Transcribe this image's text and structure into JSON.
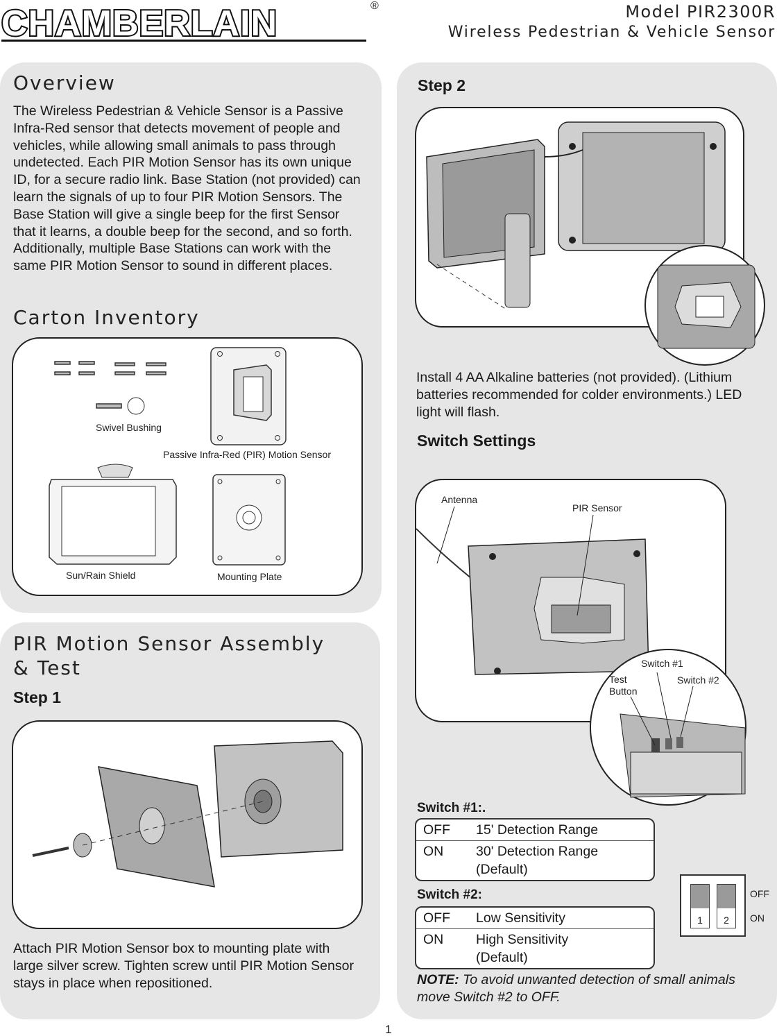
{
  "header": {
    "brand": "CHAMBERLAIN",
    "registered": "®",
    "model_line1": "Model PIR2300R",
    "model_line2": "Wireless Pedestrian & Vehicle Sensor"
  },
  "overview": {
    "title": "Overview",
    "body": "The Wireless Pedestrian & Vehicle Sensor is a Passive Infra-Red sensor that detects movement of people and vehicles, while allowing small animals to pass through undetected. Each PIR Motion Sensor has its own unique ID, for a secure radio link. Base Station (not provided) can learn the signals of up to four PIR Motion Sensors. The Base Station will give a single beep for the first Sensor that it learns, a double beep for the second, and so forth. Additionally, multiple Base Stations can work with the same PIR Motion Sensor to sound in different places."
  },
  "inventory": {
    "title": "Carton Inventory",
    "labels": {
      "swivel": "Swivel Bushing",
      "pir": "Passive Infra-Red (PIR) Motion Sensor",
      "shield": "Sun/Rain Shield",
      "plate": "Mounting Plate"
    }
  },
  "assembly": {
    "title_line1": "PIR Motion Sensor Assembly",
    "title_line2": "& Test",
    "step1": "Step 1",
    "step1_text": "Attach PIR Motion Sensor box to mounting plate with large silver screw. Tighten screw until PIR Motion Sensor stays in place when repositioned."
  },
  "step2": {
    "title": "Step 2",
    "text": "Install 4 AA Alkaline batteries (not provided). (Lithium batteries recommended for colder environments.) LED light will flash."
  },
  "switch_settings": {
    "title": "Switch Settings",
    "labels": {
      "antenna": "Antenna",
      "pir_sensor": "PIR Sensor",
      "switch1": "Switch #1",
      "test": "Test",
      "button": "Button",
      "switch2": "Switch #2"
    },
    "switch1": {
      "title": "Switch #1:.",
      "rows": [
        {
          "key": "OFF",
          "value": "15' Detection Range"
        },
        {
          "key": "ON",
          "value": "30' Detection Range (Default)"
        }
      ]
    },
    "switch2": {
      "title": "Switch #2:",
      "rows": [
        {
          "key": "OFF",
          "value": "Low Sensitivity"
        },
        {
          "key": "ON",
          "value": "High Sensitivity (Default)"
        }
      ]
    },
    "dip": {
      "num1": "1",
      "num2": "2",
      "off": "OFF",
      "on": "ON"
    },
    "note_label": "NOTE:",
    "note_text": "To avoid unwanted detection of small animals move Switch #2 to OFF."
  },
  "page_number": "1"
}
